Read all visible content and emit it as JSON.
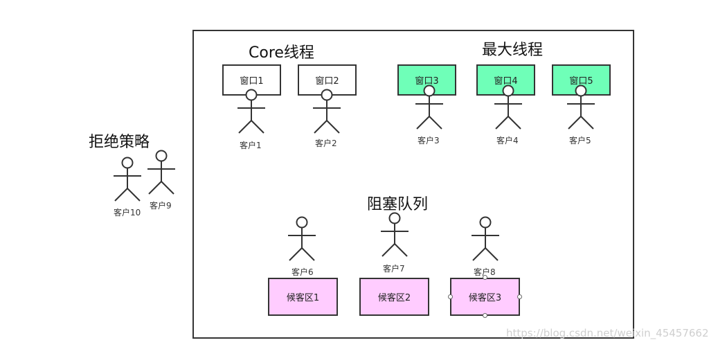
{
  "titles": {
    "core": "Core线程",
    "max": "最大线程",
    "reject": "拒绝策略",
    "queue": "阻塞队列"
  },
  "windows": [
    "窗口1",
    "窗口2",
    "窗口3",
    "窗口4",
    "窗口5"
  ],
  "waiting_areas": [
    "候客区1",
    "候客区2",
    "候客区3"
  ],
  "customers": [
    "客户1",
    "客户2",
    "客户3",
    "客户4",
    "客户5",
    "客户6",
    "客户7",
    "客户8",
    "客户9",
    "客户10"
  ],
  "colors": {
    "core_window": "#ffffff",
    "max_window": "#6fffb8",
    "waiting_area": "#ffccff",
    "border": "#333333"
  },
  "icons": {
    "person": "stick-figure-icon"
  },
  "watermark": "https://blog.csdn.net/weixin_45457662"
}
